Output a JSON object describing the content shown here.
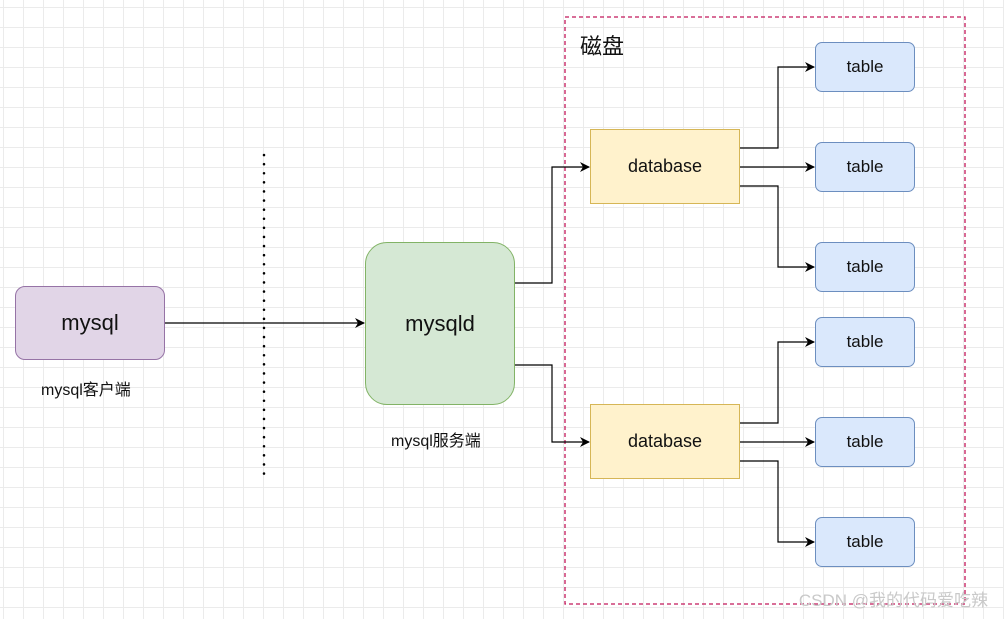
{
  "client": {
    "label": "mysql",
    "caption": "mysql客户端"
  },
  "server": {
    "label": "mysqld",
    "caption": "mysql服务端"
  },
  "disk": {
    "label": "磁盘"
  },
  "databases": [
    {
      "label": "database",
      "tables": [
        "table",
        "table",
        "table"
      ]
    },
    {
      "label": "database",
      "tables": [
        "table",
        "table",
        "table"
      ]
    }
  ],
  "watermark": "CSDN @我的代码爱吃辣",
  "colors": {
    "client_fill": "#e1d5e7",
    "client_border": "#9673a6",
    "server_fill": "#d5e8d4",
    "server_border": "#82b366",
    "database_fill": "#fff2cc",
    "database_border": "#d6b656",
    "table_fill": "#dae8fc",
    "table_border": "#6c8ebf",
    "disk_border": "#c2185b"
  }
}
